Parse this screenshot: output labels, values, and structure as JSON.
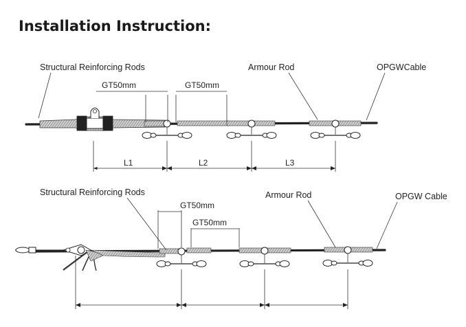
{
  "title": "Installation Instruction:",
  "top": {
    "structural_rods_label": "Structural Reinforcing Rods",
    "armour_rod_label": "Armour Rod",
    "opgw_label": "OPGWCable",
    "gt1_label": "GT50mm",
    "gt2_label": "GT50mm",
    "l1_label": "L1",
    "l2_label": "L2",
    "l3_label": "L3"
  },
  "bottom": {
    "structural_rods_label": "Structural Reinforcing Rods",
    "armour_rod_label": "Armour Rod",
    "opgw_label": "OPGW Cable",
    "gt1_label": "GT50mm",
    "gt2_label": "GT50mm"
  }
}
